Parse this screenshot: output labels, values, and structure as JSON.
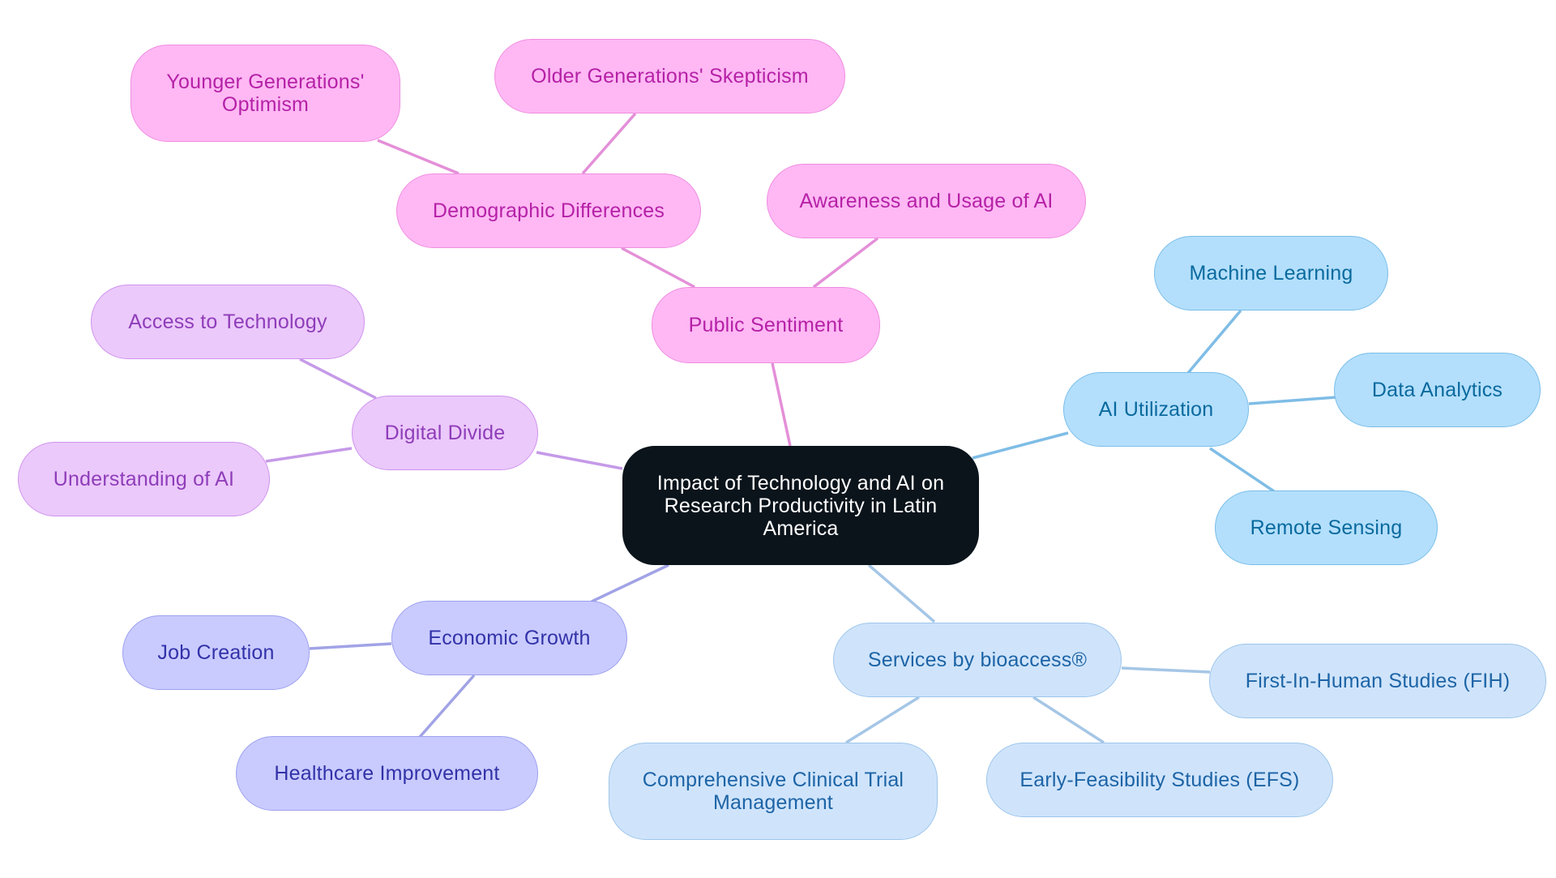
{
  "palette": {
    "root_bg": "#0b141b",
    "pink": "#ffb8f4",
    "violet": "#ebc9fb",
    "indigo": "#c9cbff",
    "sky": "#b3dffc",
    "pale": "#cfe4fb"
  },
  "mindmap": {
    "root": {
      "label": "Impact of Technology and AI on Research Productivity in Latin America"
    },
    "branches": {
      "public_sentiment": {
        "label": "Public Sentiment",
        "children": {
          "demographic_differences": {
            "label": "Demographic Differences",
            "children": {
              "younger": "Younger Generations' Optimism",
              "older": "Older Generations' Skepticism"
            }
          },
          "awareness": "Awareness and Usage of AI"
        }
      },
      "digital_divide": {
        "label": "Digital Divide",
        "children": {
          "access": "Access to Technology",
          "understanding": "Understanding of AI"
        }
      },
      "economic_growth": {
        "label": "Economic Growth",
        "children": {
          "jobs": "Job Creation",
          "healthcare": "Healthcare Improvement"
        }
      },
      "ai_utilization": {
        "label": "AI Utilization",
        "children": {
          "ml": "Machine Learning",
          "analytics": "Data Analytics",
          "remote": "Remote Sensing"
        }
      },
      "services": {
        "label": "Services by bioaccess®",
        "children": {
          "fih": "First-In-Human Studies (FIH)",
          "efs": "Early-Feasibility Studies (EFS)",
          "trial": "Comprehensive Clinical Trial Management"
        }
      }
    }
  }
}
